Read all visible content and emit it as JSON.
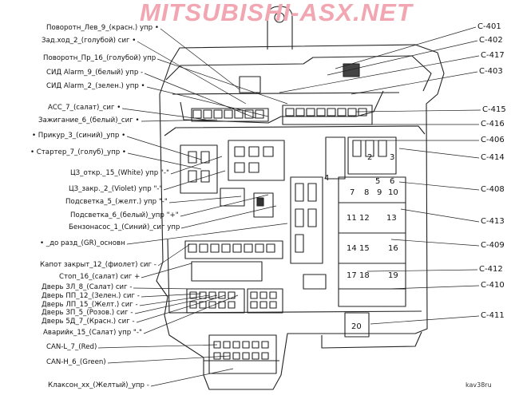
{
  "watermark": "MITSUBISHI-ASX.NET",
  "credit": "kav38ru",
  "left_labels": [
    "Поворотн_Лев_9_(красн.) упр •",
    "Зад.ход_2_(голубой) сиг •",
    "Поворотн_Пр_16_(голубой) упр",
    "СИД Alarm_9_(белый) упр -",
    "СИД Alarm_2_(зелен.) упр •",
    "АСС_7_(салат)_сиг •",
    "Зажигание_6_(белый)_сиг •",
    "• Прикур_3_(синий)_упр •",
    "• Стартер_7_(голуб)_упр •",
    "ЦЗ_откр._15_(White) упр \"-\"",
    "ЦЗ_закр._2_(Violet) упр \"-\"",
    "Подсветка_5_(желт.) упр \"-\"",
    "Подсветка_6_(белый)_упр \"+\"",
    "Бензонасос_1_(Синий)_сиг упр",
    "• _до разд_(GR)_основн",
    "Капот закрыт_12_(фиолет) сиг -",
    "Стоп_16_(салат) сиг +",
    "Дверь ЗЛ_8_(Салат) сиг -",
    "Дверь ПП_12_(Зелен.) сиг -",
    "Дверь ЛП_15_(Желт.) сиг -",
    "Дверь ЗП_5_(Розов.) сиг -",
    "Дверь 5Д_7_(Красн.) сиг -",
    "Аварийк_15_(Салат) упр \"-\"",
    "CAN-L_7_(Red)",
    "CAN-H_6_(Green)",
    "Клаксон_хх_(Желтый)_упр -"
  ],
  "connectors": [
    "C-401",
    "C-402",
    "C-417",
    "C-403",
    "C-415",
    "C-416",
    "C-406",
    "C-414",
    "C-408",
    "C-413",
    "C-409",
    "C-412",
    "C-410",
    "C-411"
  ],
  "fuse_numbers": [
    "2",
    "3",
    "4",
    "5",
    "6",
    "7",
    "8",
    "9",
    "10",
    "11",
    "12",
    "13",
    "14",
    "15",
    "16",
    "17",
    "18",
    "19",
    "20"
  ]
}
